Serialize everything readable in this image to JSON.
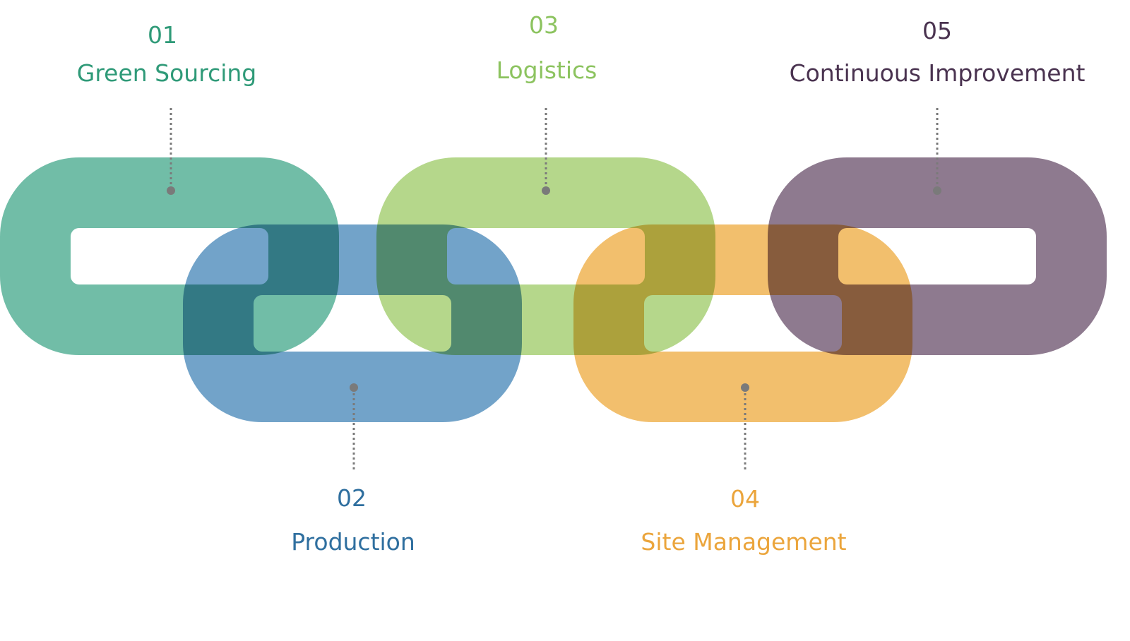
{
  "steps": [
    {
      "number": "01",
      "title": "Green Sourcing",
      "color": "#2f9a78",
      "fill": "#5db49b"
    },
    {
      "number": "02",
      "title": "Production",
      "color": "#2f6f9f",
      "fill": "#5f96c1"
    },
    {
      "number": "03",
      "title": "Logistics",
      "color": "#8cc35f",
      "fill": "#abd27b"
    },
    {
      "number": "04",
      "title": "Site Management",
      "color": "#eba53c",
      "fill": "#f0b659"
    },
    {
      "number": "05",
      "title": "Continuous Improvement",
      "color": "#4a3350",
      "fill": "#7e687f"
    }
  ]
}
